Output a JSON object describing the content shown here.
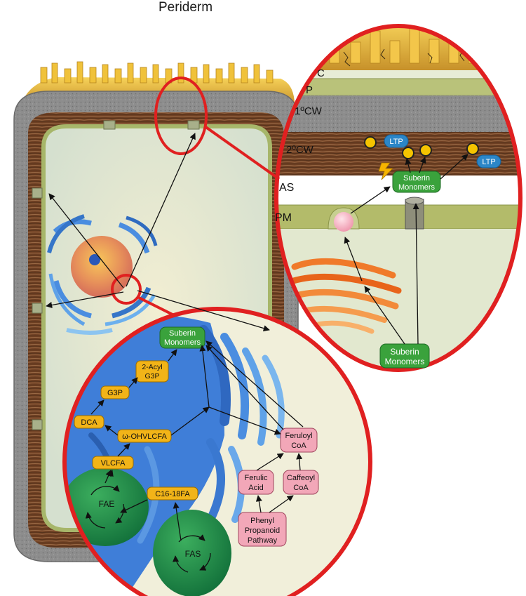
{
  "title": "Periderm",
  "layers": {
    "cuticle": "C",
    "primary": "P",
    "primary_cell_wall": "1ºCW",
    "secondary_cell_wall": "2ºCW",
    "apoplastic_space": "AS",
    "plasma_membrane": "PM"
  },
  "labels": {
    "ltp": "LTP",
    "suberin": "Suberin",
    "monomers": "Monomers",
    "acyl_1": "2-Acyl",
    "acyl_2": "G3P",
    "g3p": "G3P",
    "dca": "DCA",
    "ohvlcfa": "ω-OHVLCFA",
    "vlcfa": "VLCFA",
    "c16": "C16-18FA",
    "fae": "FAE",
    "fas": "FAS",
    "feruloyl_1": "Feruloyl",
    "feruloyl_2": "CoA",
    "ferulic_1": "Ferulic",
    "ferulic_2": "Acid",
    "caffeoyl_1": "Caffeoyl",
    "caffeoyl_2": "CoA",
    "phenyl_1": "Phenyl",
    "phenyl_2": "Propanoid",
    "phenyl_3": "Pathway"
  },
  "colors": {
    "highlight_red": "#e02020",
    "orange_node": "#f2b418",
    "green_node": "#3aa23c",
    "pink_node": "#f2a7b8",
    "blue_ltp": "#2b86c8",
    "er_blue": "#3f7ed8",
    "cytoplasm": "#e7ecd6",
    "wall_grey": "#8a8a8a",
    "wall_brown": "#7a4a2a",
    "cuticle_gold": "#e3b53a"
  }
}
